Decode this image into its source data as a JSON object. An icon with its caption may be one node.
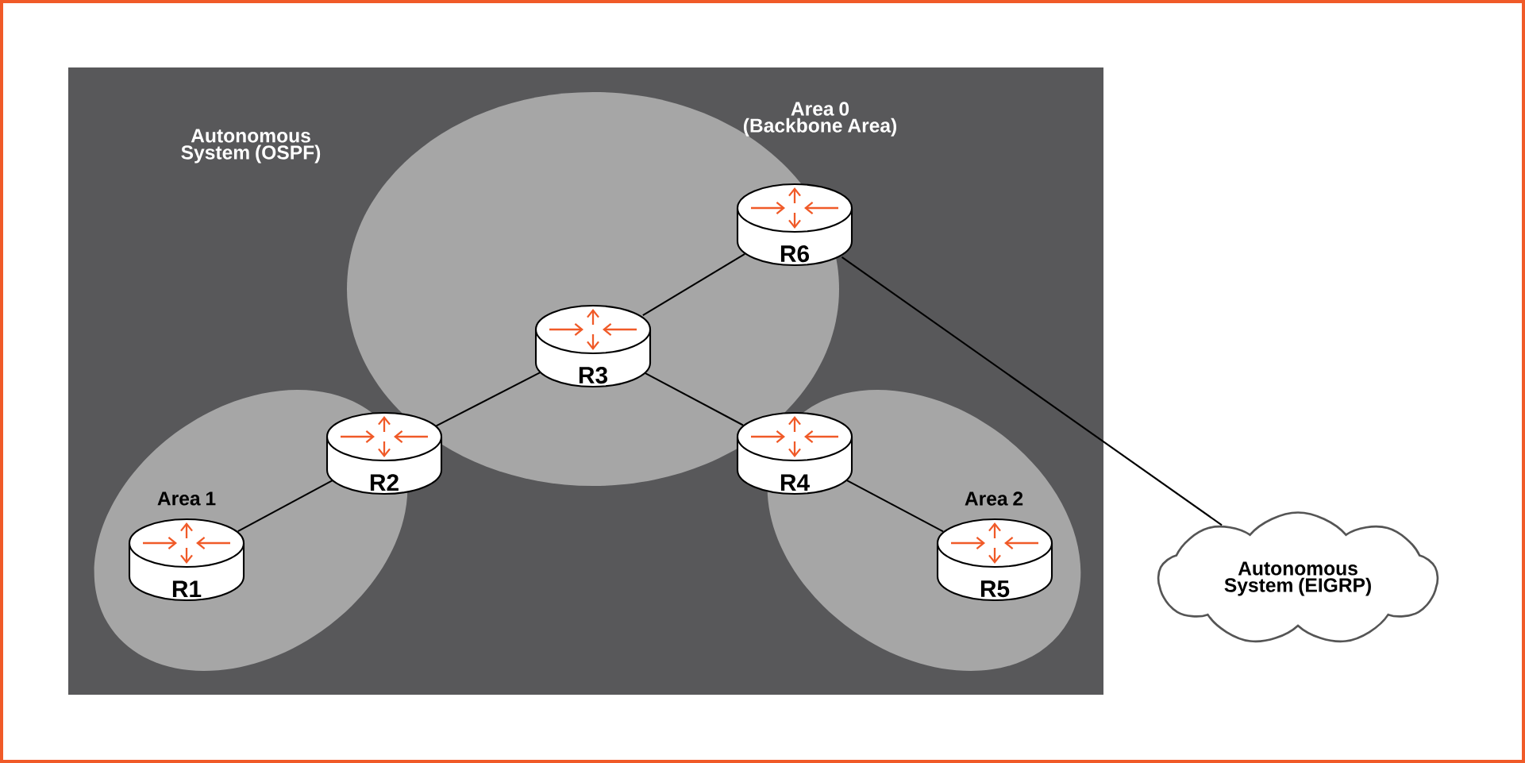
{
  "diagram": {
    "nodes": [
      {
        "text": [
          "Autonomous System (OSPF)"
        ]
      },
      {
        "text": [
          "Area 0 (Backbone Area)"
        ],
        "in": 0
      },
      {
        "text": [
          "Area 1"
        ],
        "in": 0
      },
      {
        "text": [
          "Area 2"
        ],
        "in": 0
      },
      {
        "text": [
          "R1"
        ],
        "in": 2
      },
      {
        "text": [
          "R2"
        ],
        "in": 0
      },
      {
        "text": [
          "R3"
        ],
        "in": 1
      },
      {
        "text": [
          "R4"
        ],
        "in": 0
      },
      {
        "text": [
          "R5"
        ],
        "in": 3
      },
      {
        "text": [
          "R6"
        ],
        "in": 1
      },
      {
        "text": [
          "Autonomous System (EIGRP)"
        ]
      }
    ],
    "edges": [
      {
        "from": 4,
        "to": 5,
        "arrow": "none"
      },
      {
        "from": 5,
        "to": 6,
        "arrow": "none"
      },
      {
        "from": 6,
        "to": 7,
        "arrow": "none"
      },
      {
        "from": 7,
        "to": 8,
        "arrow": "none"
      },
      {
        "from": 6,
        "to": 9,
        "arrow": "none"
      },
      {
        "from": 9,
        "to": 10,
        "arrow": "none"
      }
    ]
  }
}
